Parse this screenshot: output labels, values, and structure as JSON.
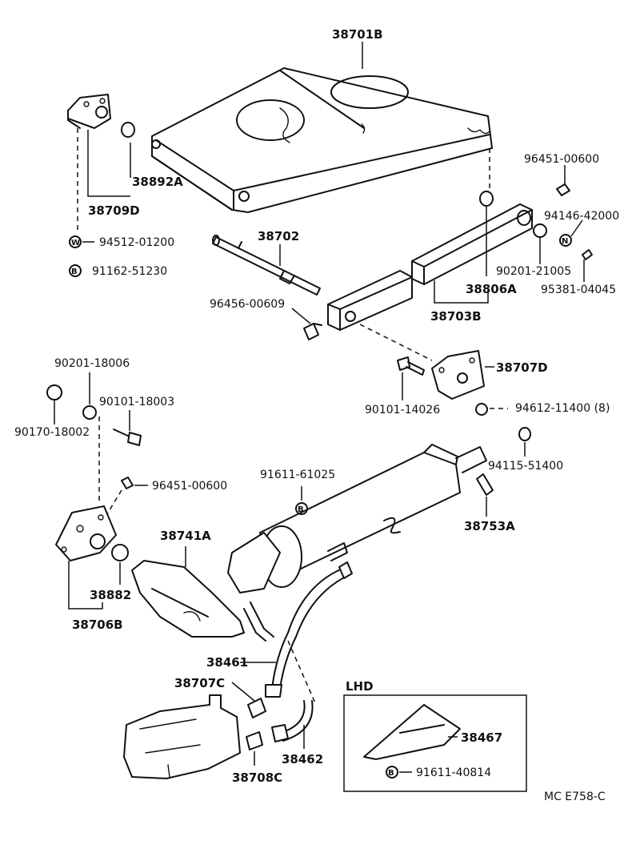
{
  "parts": {
    "p38701B": "38701B",
    "p38892A": "38892A",
    "p38709D": "38709D",
    "p96451_top": "96451-00600",
    "p94146": "94146-42000",
    "p94512": "94512-01200",
    "p91162": "91162-51230",
    "p38702": "38702",
    "p90201_21005": "90201-21005",
    "p38806A": "38806A",
    "p95381": "95381-04045",
    "p96456": "96456-00609",
    "p38703B": "38703B",
    "p90201_18006": "90201-18006",
    "p38707D": "38707D",
    "p90101_18003": "90101-18003",
    "p90101_14026": "90101-14026",
    "p94612": "94612-11400 (8)",
    "p90170": "90170-18002",
    "p94115": "94115-51400",
    "p91611_61025": "91611-61025",
    "p96451_mid": "96451-00600",
    "p38753A": "38753A",
    "p38741A": "38741A",
    "p38882": "38882",
    "p38706B": "38706B",
    "p38461": "38461",
    "p38707C": "38707C",
    "p38467": "38467",
    "p91611_40814": "91611-40814",
    "p38462": "38462",
    "p38708C": "38708C"
  },
  "symbols": {
    "w": "W",
    "b": "B",
    "n": "N"
  },
  "inset": {
    "title": "LHD"
  },
  "figure_code": "MC E758-C"
}
